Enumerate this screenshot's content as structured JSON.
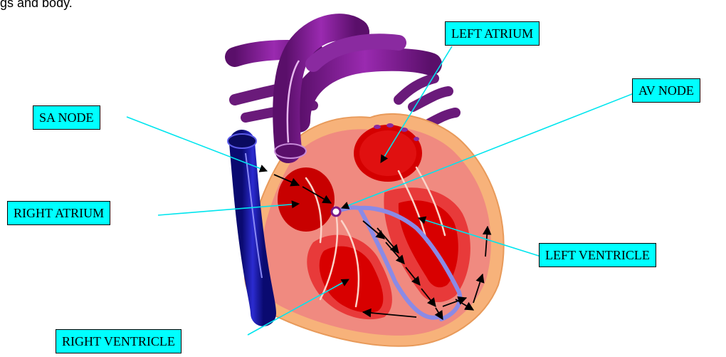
{
  "caption": "gs and body.",
  "labels": {
    "left_atrium": "LEFT ATRIUM",
    "av_node": "AV NODE",
    "sa_node": "SA NODE",
    "right_atrium": "RIGHT ATRIUM",
    "left_ventricle": "LEFT VENTRICLE",
    "right_ventricle": "RIGHT VENTRICLE"
  },
  "colors": {
    "label_bg": "#00ffff",
    "leader_line": "#00e5ee",
    "vein": "#1a1aa8",
    "artery": "#7a1a8a",
    "pericardium": "#f7b27a",
    "myocardium": "#e8585c",
    "chamber": "#cc0000",
    "conduction": "#8a8ae6"
  }
}
